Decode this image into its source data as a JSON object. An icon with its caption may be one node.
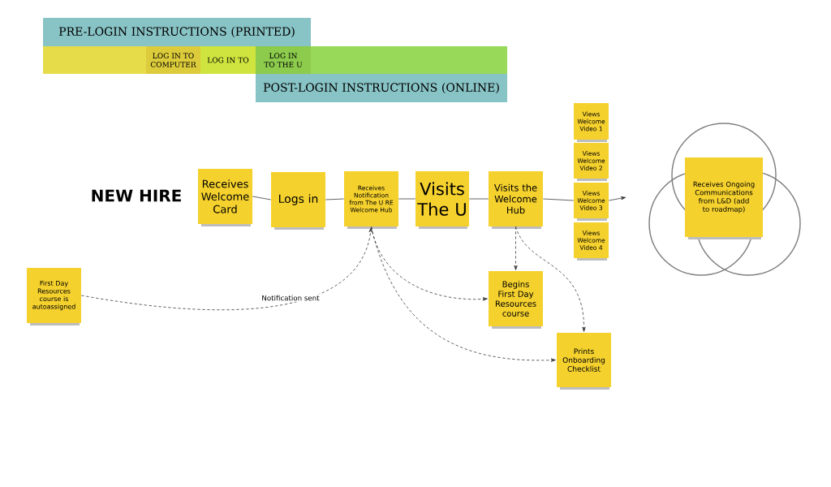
{
  "diagram": {
    "nodes": [
      {
        "text": [
          "PRE-LOGIN INSTRUCTIONS (PRINTED)"
        ]
      },
      {
        "text": [],
        "shape": "bar"
      },
      {
        "text": [
          "LOG IN TO COMPUTER"
        ]
      },
      {
        "text": [
          "LOG IN TO"
        ]
      },
      {
        "text": [
          "LOG IN TO THE U"
        ]
      },
      {
        "text": [],
        "shape": "bar"
      },
      {
        "text": [
          "POST-LOGIN INSTRUCTIONS (ONLINE)"
        ]
      },
      {
        "text": [
          "Receives Welcome Card"
        ]
      },
      {
        "text": [
          "Logs in"
        ]
      },
      {
        "text": [
          "Receives Notification from The U RE Welcome Hub"
        ]
      },
      {
        "text": [
          "Visits The U"
        ]
      },
      {
        "text": [
          "Visits the Welcome Hub"
        ]
      },
      {
        "text": [
          "Views Welcome Video 1"
        ]
      },
      {
        "text": [
          "Views Welcome Video 2"
        ]
      },
      {
        "text": [
          "Views Welcome Video 3"
        ]
      },
      {
        "text": [
          "Views Welcome Video 4"
        ]
      },
      {
        "text": [
          "Receives Ongoing Communications from L&D (add to roadmap)"
        ]
      },
      {
        "text": [
          "First Day Resources course is autoassigned"
        ]
      },
      {
        "text": [
          "Begins First Day Resources course"
        ]
      },
      {
        "text": [
          "Prints Onboarding Checklist"
        ]
      }
    ],
    "edges": [
      {
        "from": 7,
        "to": 8,
        "arrow": "none"
      },
      {
        "from": 8,
        "to": 9,
        "arrow": "none"
      },
      {
        "from": 9,
        "to": 10,
        "arrow": "none"
      },
      {
        "from": 10,
        "to": 11,
        "arrow": "none"
      },
      {
        "from": 11,
        "to": null,
        "arrow": "to"
      },
      {
        "from": 17,
        "to": 9,
        "arrow": "to",
        "label": "Notification sent",
        "style": "dashed"
      },
      {
        "from": 9,
        "to": 18,
        "arrow": "to",
        "style": "dashed"
      },
      {
        "from": 9,
        "to": 19,
        "arrow": "to",
        "style": "dashed"
      },
      {
        "from": 11,
        "to": 18,
        "arrow": "to",
        "style": "dashed"
      },
      {
        "from": 11,
        "to": 19,
        "arrow": "to",
        "style": "dashed"
      }
    ],
    "labels": [
      "NEW HIRE"
    ]
  }
}
